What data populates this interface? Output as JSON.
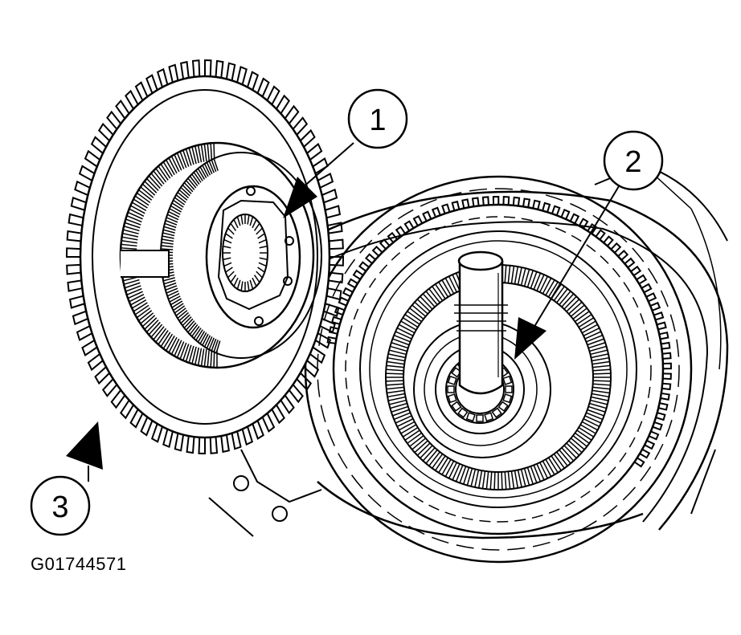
{
  "figure_id": "G01744571",
  "callouts": [
    {
      "label": "1"
    },
    {
      "label": "2"
    },
    {
      "label": "3"
    }
  ],
  "colors": {
    "ink": "#000000",
    "paper": "#ffffff"
  }
}
